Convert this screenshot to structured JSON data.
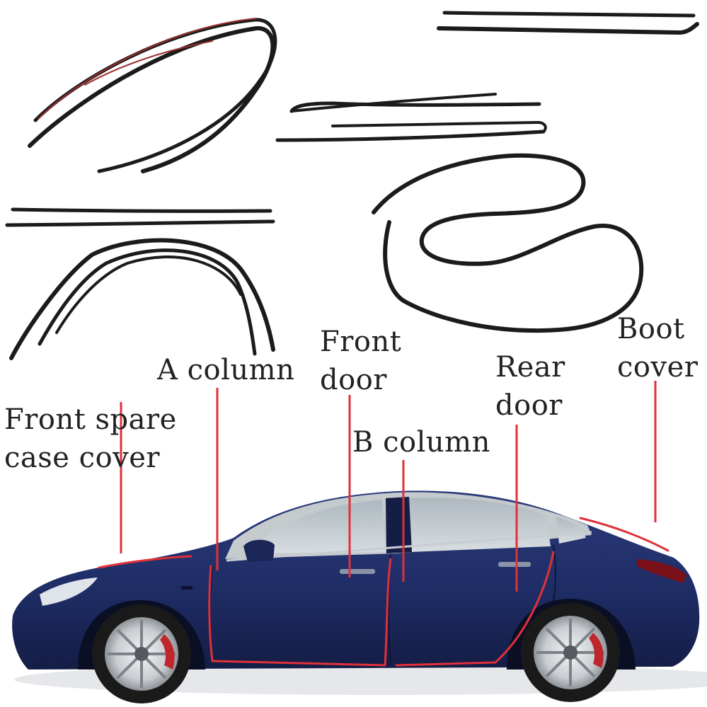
{
  "colors": {
    "seal_strip": "#1b1b1b",
    "adhesive_tape": "#9c2f2f",
    "leader_line": "#e0303a",
    "car_body": "#1f2d66",
    "window_glass": "#c9d1d5",
    "text": "#222222"
  },
  "labels": {
    "front_spare": {
      "line1": "Front spare",
      "line2": "case cover"
    },
    "a_column": "A column",
    "front_door": {
      "line1": "Front",
      "line2": "door"
    },
    "b_column": "B column",
    "rear_door": {
      "line1": "Rear",
      "line2": "door"
    },
    "boot_cover": {
      "line1": "Boot",
      "line2": "cover"
    }
  }
}
